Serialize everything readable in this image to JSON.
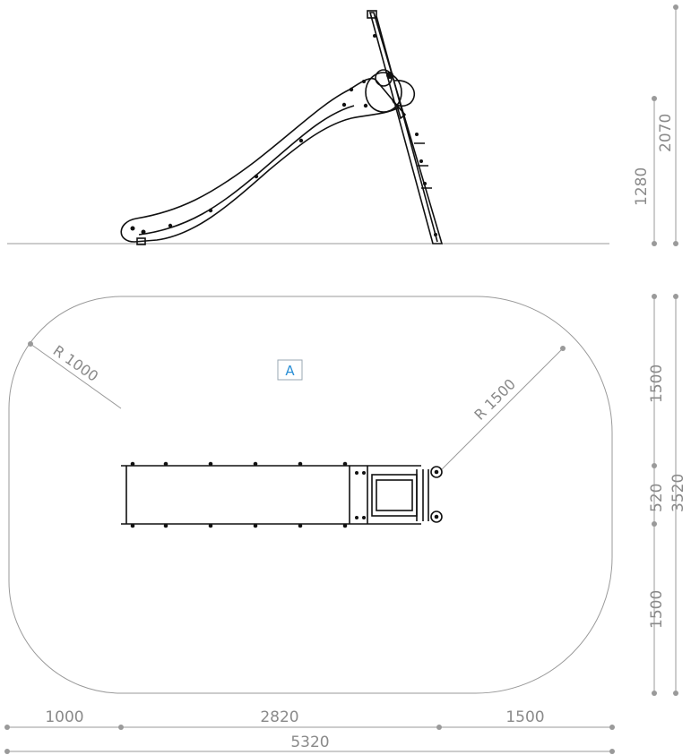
{
  "side_view": {
    "height_platform": "1280",
    "height_total": "2070"
  },
  "plan_view": {
    "zone_label": "A",
    "radius_left": "R 1000",
    "radius_right": "R 1500",
    "depth_top": "1500",
    "depth_mid": "520",
    "depth_bottom": "1500",
    "depth_total": "3520",
    "width_left": "1000",
    "width_mid": "2820",
    "width_right": "1500",
    "width_total": "5320"
  }
}
